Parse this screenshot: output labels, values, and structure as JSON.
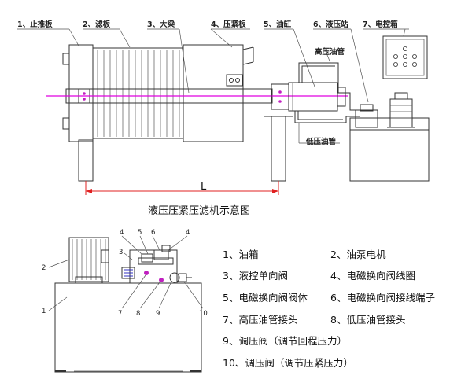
{
  "top_labels": [
    "1、止推板",
    "2、滤板",
    "3、大梁",
    "4、压紧板",
    "5、油缸",
    "6、液压站",
    "7、电控箱"
  ],
  "pipe_labels": {
    "high": "高压油管",
    "low": "低压油管"
  },
  "dimension_label": "L",
  "diagram_title": "液压压紧压滤机示意图",
  "callout_numbers": [
    "1",
    "2",
    "3",
    "4",
    "5",
    "6",
    "4",
    "7",
    "8",
    "9",
    "10"
  ],
  "legend": [
    "1、油箱",
    "2、油泵电机",
    "3、液控单向阀",
    "4、电磁换向阀线圈",
    "5、电磁换向阀阀体",
    "6、电磁换向阀接线端子",
    "7、高压油管接头",
    "8、低压油管接头",
    "9、调压阀（调节回程压力）",
    "10、调压阀（调节压紧压力）"
  ],
  "colors": {
    "beam_axis": "#e000e0",
    "dimension": "#e02020",
    "valve_blue": "#3030c0",
    "valve_magenta": "#c020c0",
    "line": "#333333"
  }
}
